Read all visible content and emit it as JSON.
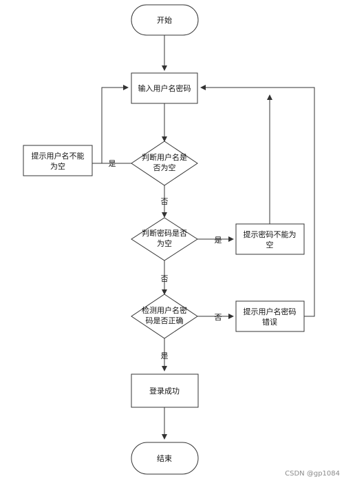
{
  "flowchart": {
    "nodes": {
      "start": "开始",
      "input": "输入用户名密码",
      "check_user_empty": [
        "判断用户名是",
        "否为空"
      ],
      "msg_user_empty": [
        "提示用户名不能",
        "为空"
      ],
      "check_pwd_empty": [
        "判断密码是否",
        "为空"
      ],
      "msg_pwd_empty": [
        "提示密码不能为",
        "空"
      ],
      "check_correct": [
        "检测用户名密",
        "码是否正确"
      ],
      "msg_wrong": [
        "提示用户名密码",
        "错误"
      ],
      "login_success": "登录成功",
      "end": "结束"
    },
    "edges": {
      "user_empty_yes": "是",
      "user_empty_no": "否",
      "pwd_empty_yes": "是",
      "pwd_empty_no": "否",
      "correct_no": "否",
      "correct_yes": "是"
    }
  },
  "watermark": "CSDN @gp1084",
  "colors": {
    "line": "#333333",
    "fill": "#ffffff",
    "text": "#111111"
  }
}
